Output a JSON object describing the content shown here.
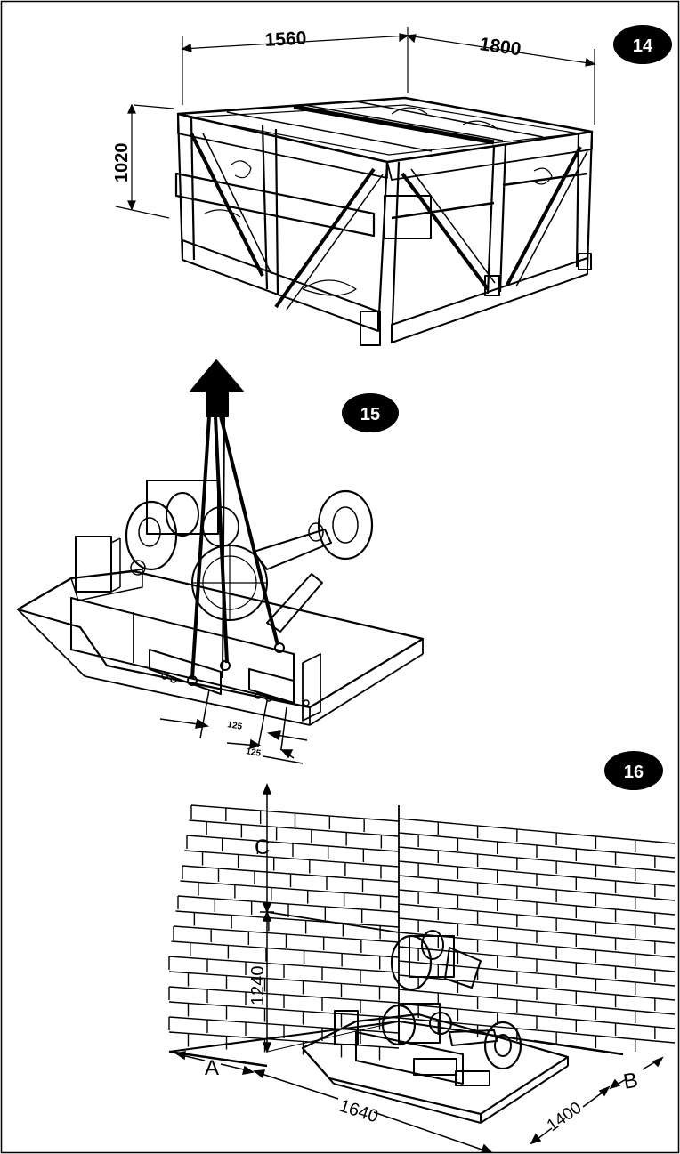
{
  "figures": [
    {
      "number": "14",
      "subject": "shipping-crate",
      "dimensions": {
        "width": "1560",
        "depth": "1800",
        "height": "1020"
      }
    },
    {
      "number": "15",
      "subject": "lifting-machine",
      "dimensions": {
        "fork_spacing_1": "125",
        "fork_spacing_2": "125"
      }
    },
    {
      "number": "16",
      "subject": "installation-clearance",
      "dimensions": {
        "clearance_c": "C",
        "height": "1240",
        "clearance_a": "A",
        "width": "1640",
        "depth": "1400",
        "clearance_b": "B"
      }
    }
  ],
  "colors": {
    "ink": "#000000",
    "paper": "#ffffff"
  }
}
